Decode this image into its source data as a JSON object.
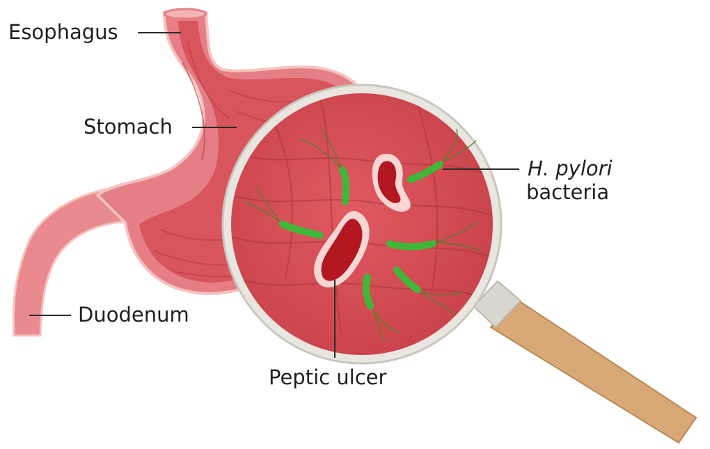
{
  "labels": {
    "esophagus": "Esophagus",
    "stomach": "Stomach",
    "duodenum": "Duodenum",
    "h_pylori": "H. pylori",
    "bacteria": "bacteria",
    "peptic_ulcer": "Peptic ulcer"
  },
  "colors": {
    "stomach_outer": "#e9848a",
    "stomach_inner": "#d9535b",
    "lining": "#f3b5b3",
    "ulcer": "#b3171f",
    "bacteria": "#3fb83a",
    "magnifier_ring": "#e8e6df",
    "handle": "#d9a877"
  }
}
